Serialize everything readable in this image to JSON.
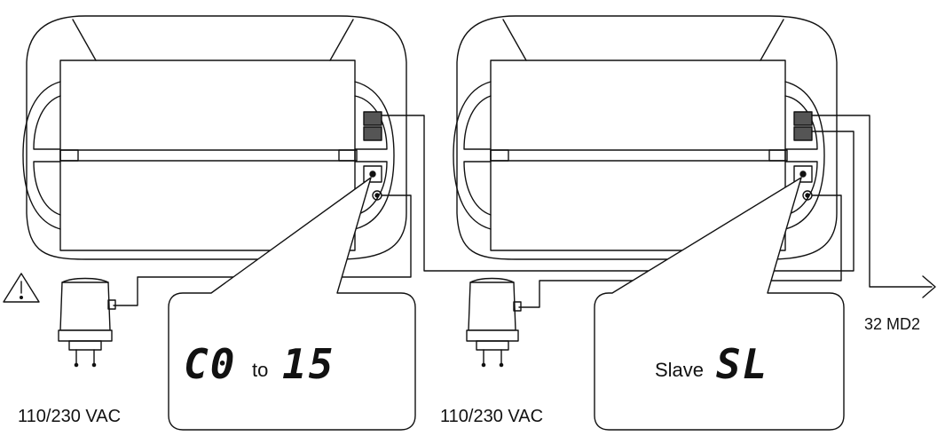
{
  "units": [
    {
      "power_label": "110/230 VAC",
      "display": {
        "code_from": "C0",
        "connector": "to",
        "code_to": "15"
      }
    },
    {
      "power_label": "110/230 VAC",
      "display": {
        "prefix": "Slave",
        "code": "SL"
      }
    }
  ],
  "output_label": "32 MD2",
  "warning_icon": "warning-triangle-icon",
  "colors": {
    "line": "#111111",
    "jack_fill": "#555555",
    "background": "#ffffff"
  }
}
